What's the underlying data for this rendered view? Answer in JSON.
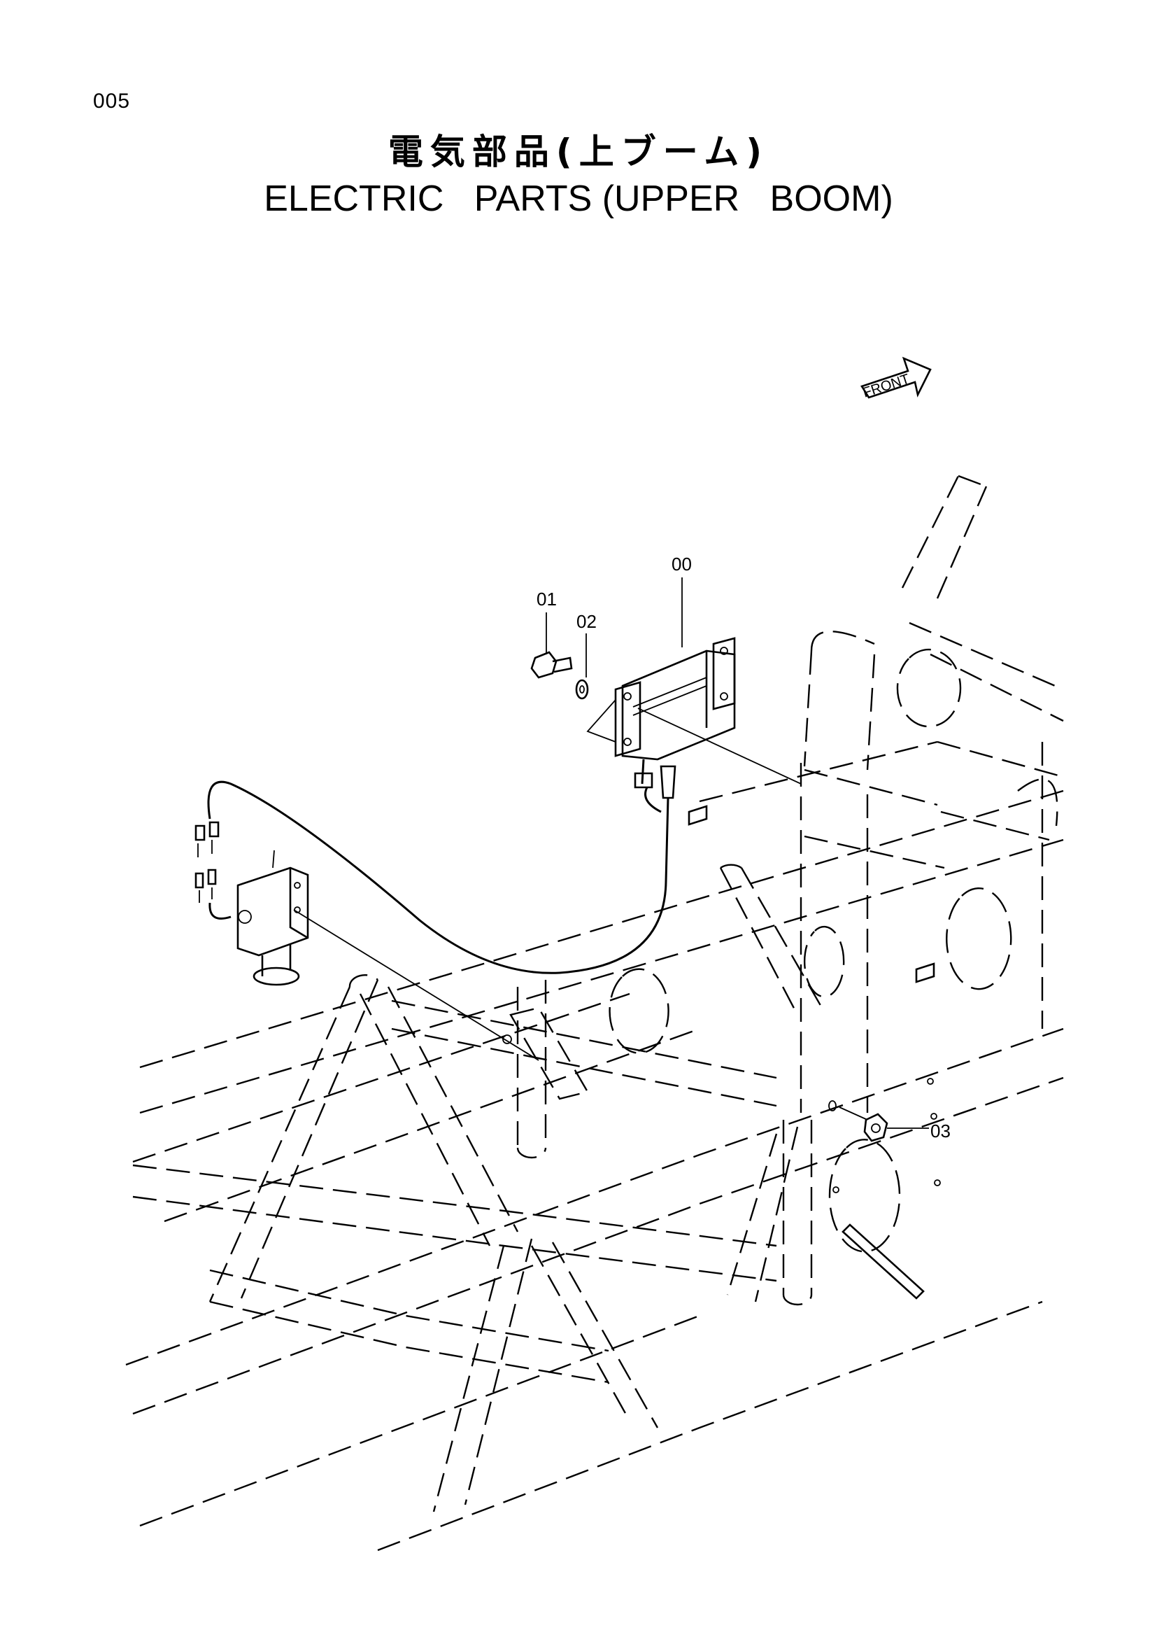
{
  "header": {
    "page_code": "005",
    "title_jp": "電気部品(上ブーム)",
    "title_en": "ELECTRIC   PARTS (UPPER   BOOM)"
  },
  "diagram": {
    "front_label": "FRONT",
    "callouts": {
      "c00": "00",
      "c01": "01",
      "c02": "02",
      "c03": "03"
    }
  }
}
